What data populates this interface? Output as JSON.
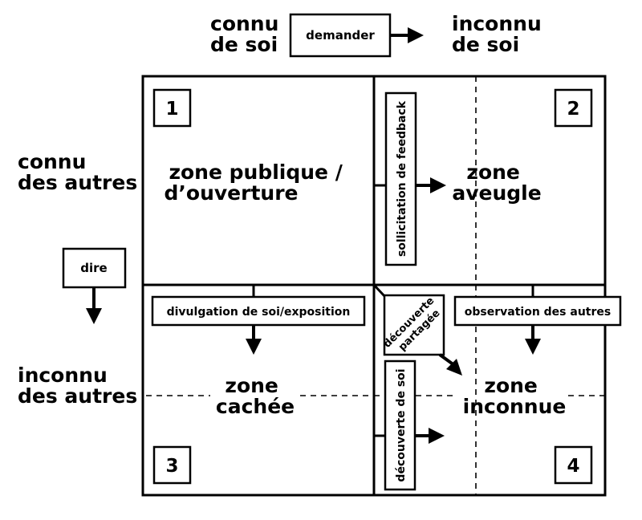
{
  "header": {
    "known_to_self": [
      "connu",
      "de soi"
    ],
    "unknown_to_self": [
      "inconnu",
      "de soi"
    ],
    "ask_label": "demander"
  },
  "side": {
    "known_to_others": [
      "connu",
      "des autres"
    ],
    "unknown_to_others": [
      "inconnu",
      "des autres"
    ],
    "tell_label": "dire"
  },
  "zones": {
    "public": {
      "number": "1",
      "label": [
        "zone publique /",
        "d’ouverture"
      ]
    },
    "blind": {
      "number": "2",
      "label": [
        "zone",
        "aveugle"
      ]
    },
    "hidden": {
      "number": "3",
      "label": [
        "zone",
        "cachée"
      ]
    },
    "unknown": {
      "number": "4",
      "label": [
        "zone",
        "inconnue"
      ]
    }
  },
  "processes": {
    "feedback": "sollicitation de feedback",
    "disclosure": "divulgation de soi/exposition",
    "observation": "observation des autres",
    "shared_discovery": [
      "découverte",
      "partagée"
    ],
    "self_discovery": "découverte de soi"
  }
}
